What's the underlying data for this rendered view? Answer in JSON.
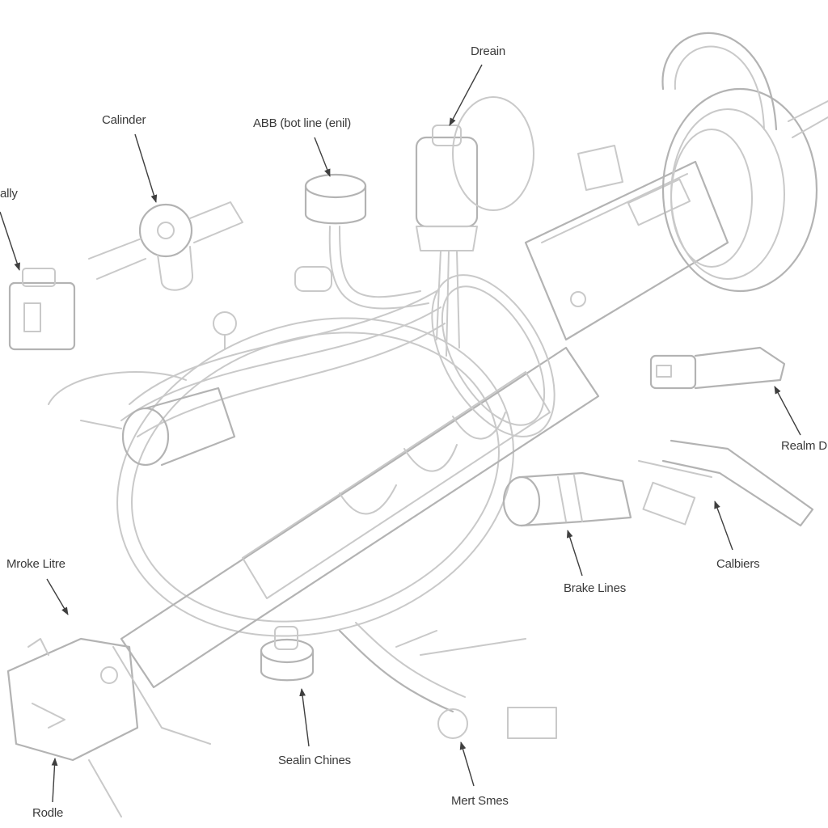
{
  "labels": {
    "dreain": "Dreain",
    "calinder": "Calinder",
    "abb_line": "ABB (bot line (enil)",
    "ally": "ally",
    "realm": "Realm D",
    "calbiers": "Calbiers",
    "brake_lines": "Brake Lines",
    "mroke_litre": "Mroke Litre",
    "sealin_chines": "Sealin Chines",
    "mert_smes": "Mert Smes",
    "rodle": "Rodle"
  }
}
